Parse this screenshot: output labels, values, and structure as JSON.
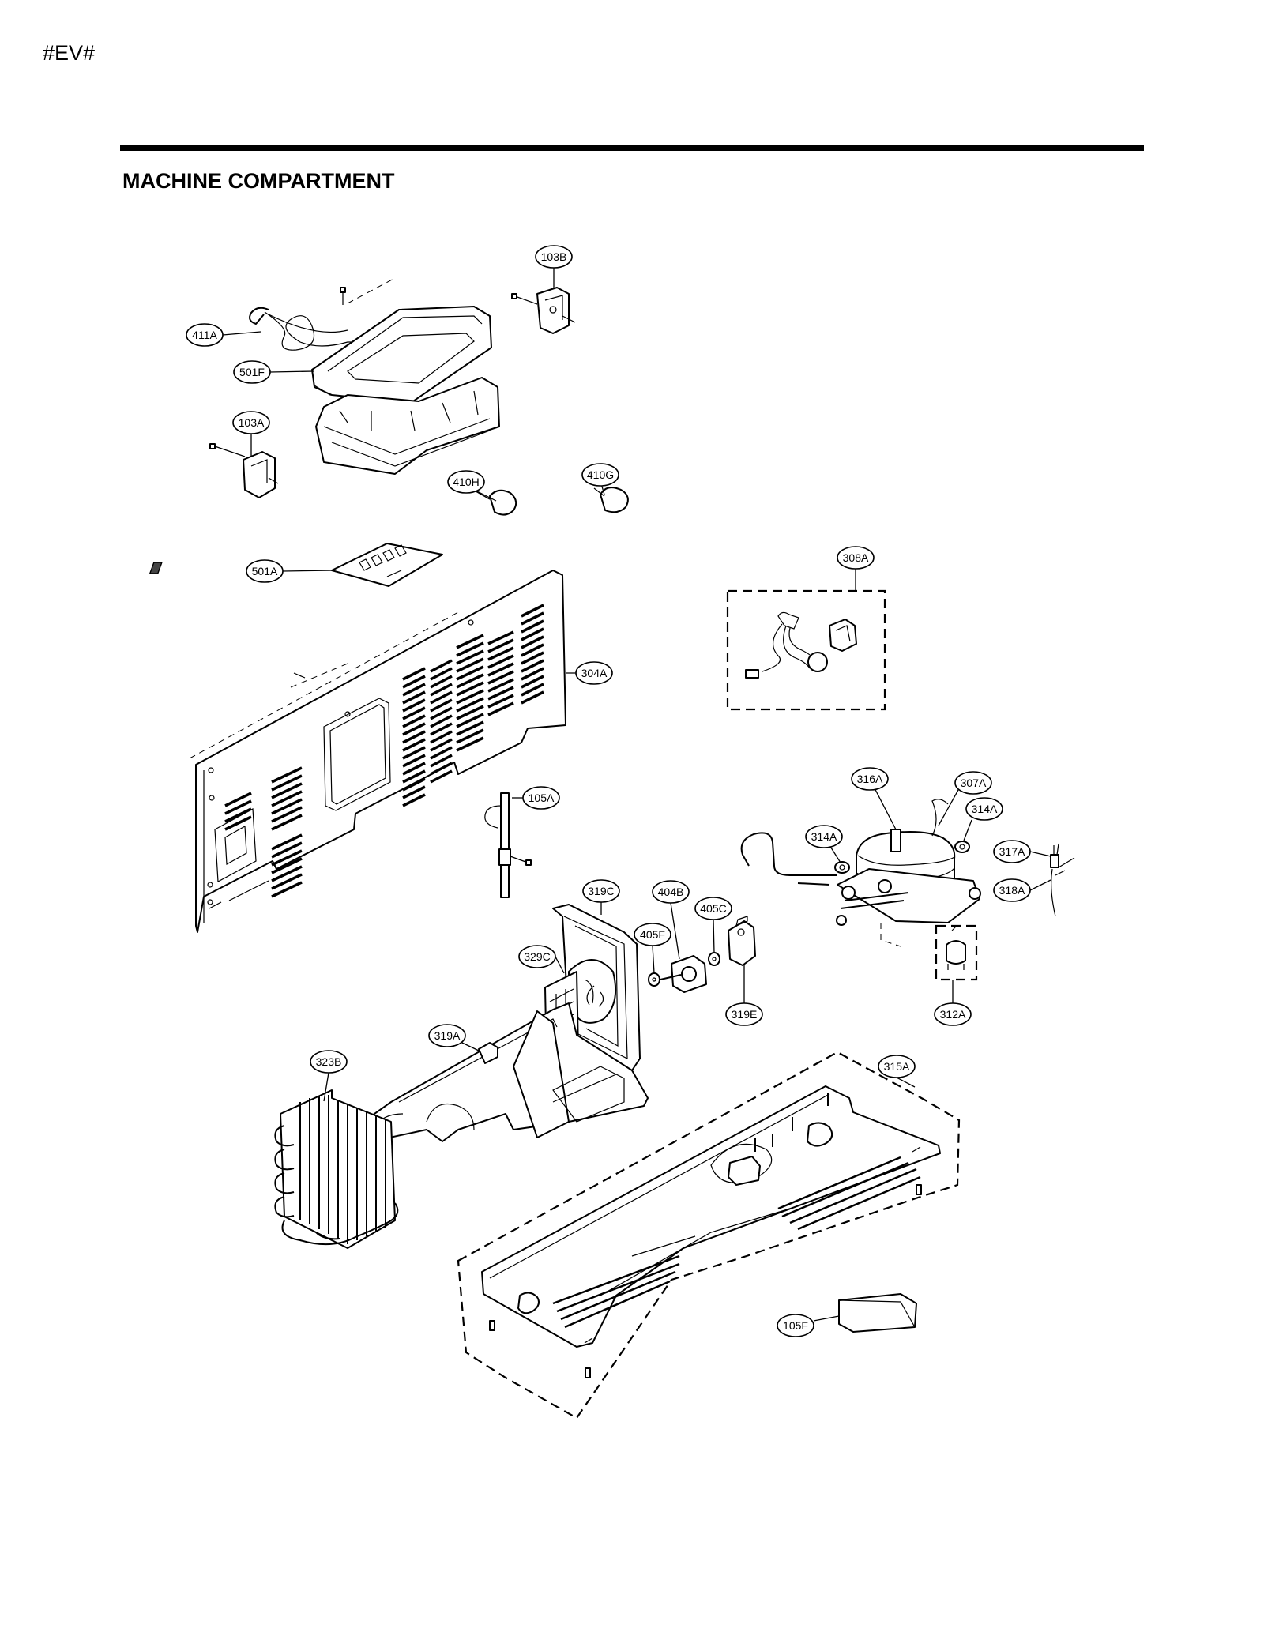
{
  "page": {
    "code": "#EV#",
    "title": "MACHINE COMPARTMENT"
  },
  "callouts": [
    {
      "id": "103B",
      "label": "103B"
    },
    {
      "id": "411A",
      "label": "411A"
    },
    {
      "id": "501F",
      "label": "501F"
    },
    {
      "id": "103A",
      "label": "103A"
    },
    {
      "id": "410H",
      "label": "410H"
    },
    {
      "id": "410G",
      "label": "410G"
    },
    {
      "id": "501A",
      "label": "501A"
    },
    {
      "id": "308A",
      "label": "308A"
    },
    {
      "id": "304A",
      "label": "304A"
    },
    {
      "id": "105A",
      "label": "105A"
    },
    {
      "id": "316A",
      "label": "316A"
    },
    {
      "id": "307A",
      "label": "307A"
    },
    {
      "id": "314A_a",
      "label": "314A"
    },
    {
      "id": "314A_b",
      "label": "314A"
    },
    {
      "id": "317A",
      "label": "317A"
    },
    {
      "id": "318A",
      "label": "318A"
    },
    {
      "id": "319C",
      "label": "319C"
    },
    {
      "id": "404B",
      "label": "404B"
    },
    {
      "id": "405C",
      "label": "405C"
    },
    {
      "id": "405F",
      "label": "405F"
    },
    {
      "id": "329C",
      "label": "329C"
    },
    {
      "id": "319E",
      "label": "319E"
    },
    {
      "id": "312A",
      "label": "312A"
    },
    {
      "id": "319A",
      "label": "319A"
    },
    {
      "id": "323B",
      "label": "323B"
    },
    {
      "id": "315A",
      "label": "315A"
    },
    {
      "id": "105F",
      "label": "105F"
    }
  ]
}
